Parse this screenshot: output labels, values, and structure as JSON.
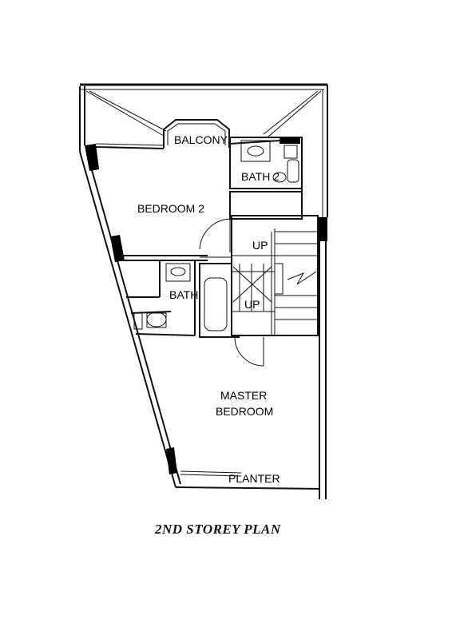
{
  "plan": {
    "caption": "2ND STOREY PLAN",
    "rooms": {
      "balcony": "BALCONY",
      "bath_2": "BATH 2",
      "bedroom_2": "BEDROOM 2",
      "up_upper": "UP",
      "bath": "BATH",
      "up_lower": "UP",
      "master_bedroom_line1": "MASTER",
      "master_bedroom_line2": "BEDROOM",
      "planter": "PLANTER"
    }
  }
}
